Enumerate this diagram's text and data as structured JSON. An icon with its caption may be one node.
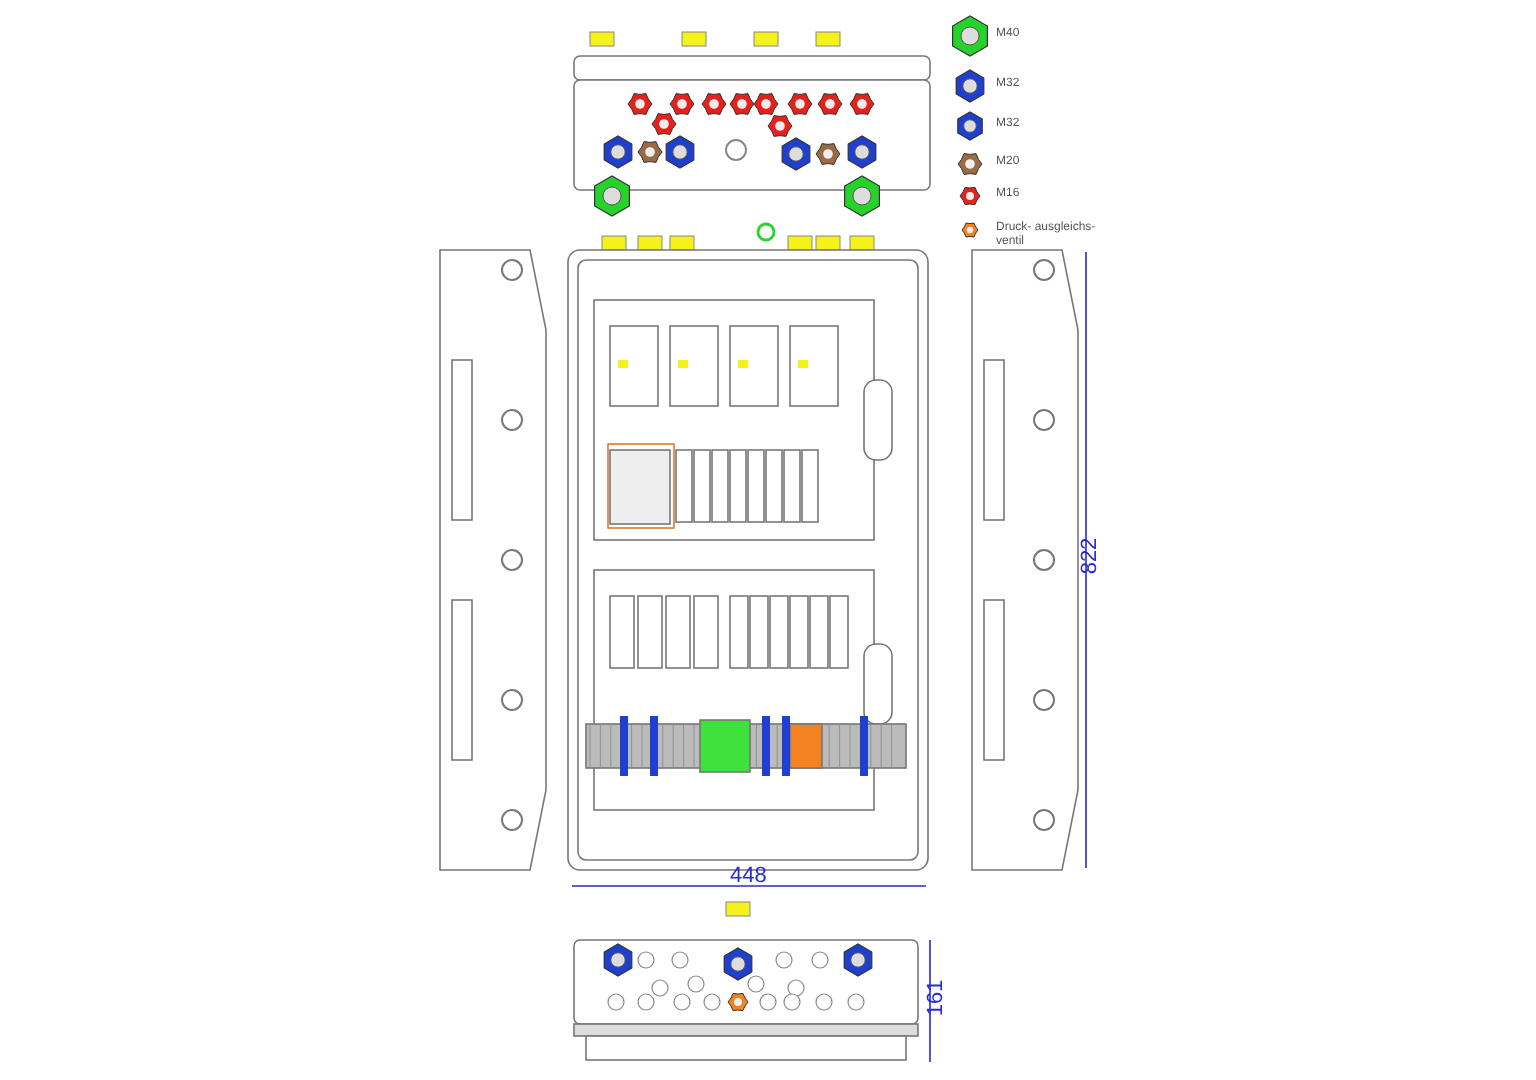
{
  "diagram": {
    "labels": [
      "448",
      "822",
      "161"
    ],
    "legend": [
      {
        "text": "M40"
      },
      {
        "text": "M32"
      },
      {
        "text": "M32"
      },
      {
        "text": "M20"
      },
      {
        "text": "M16"
      },
      {
        "text": "Druck- ausgleichs- ventil"
      }
    ]
  }
}
